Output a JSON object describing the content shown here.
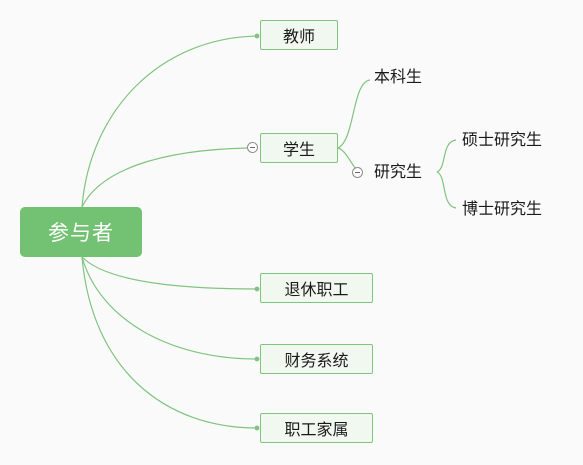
{
  "mindmap": {
    "root": {
      "label": "参与者"
    },
    "teachers": {
      "label": "教师"
    },
    "students": {
      "label": "学生",
      "children": {
        "undergrad": {
          "label": "本科生"
        },
        "graduate": {
          "label": "研究生",
          "children": {
            "masters": {
              "label": "硕士研究生"
            },
            "doctoral": {
              "label": "博士研究生"
            }
          }
        }
      }
    },
    "retired": {
      "label": "退休职工"
    },
    "finance": {
      "label": "财务系统"
    },
    "family": {
      "label": "职工家属"
    }
  },
  "colors": {
    "root_fill": "#73c173",
    "node_fill": "#f1f8ef",
    "node_border": "#80c480",
    "link": "#80c480",
    "background": "#fafafa"
  },
  "icons": {
    "collapse": "minus-circle-icon"
  }
}
